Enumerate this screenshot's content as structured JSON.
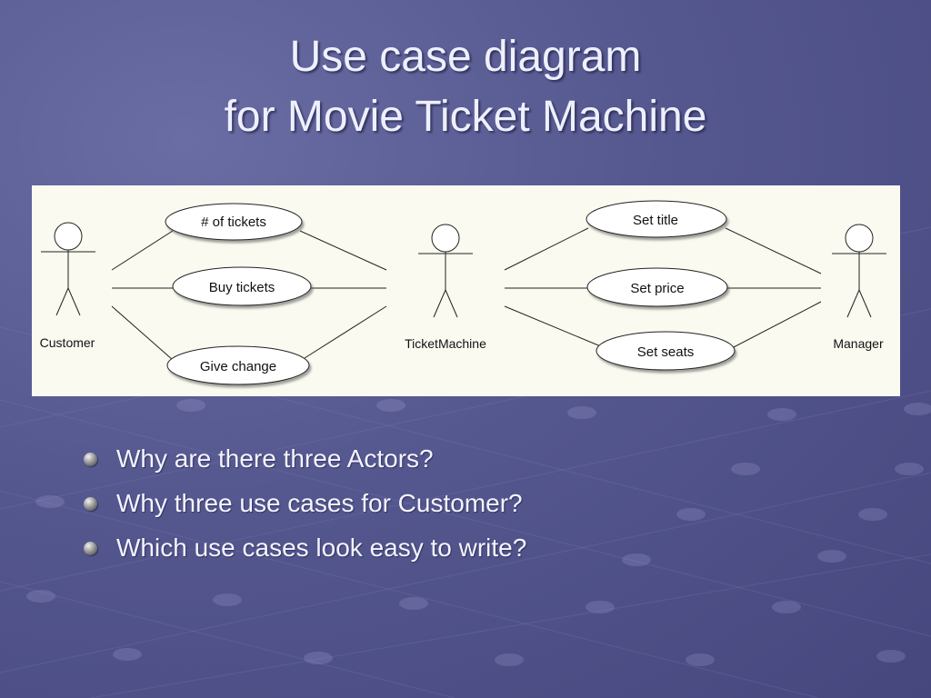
{
  "slide": {
    "title_line1": "Use case diagram",
    "title_line2": "for Movie Ticket Machine"
  },
  "diagram": {
    "actors": [
      {
        "id": "customer",
        "label": "Customer"
      },
      {
        "id": "ticket-machine",
        "label": "TicketMachine"
      },
      {
        "id": "manager",
        "label": "Manager"
      }
    ],
    "use_cases": [
      {
        "id": "num-tickets",
        "label": "# of tickets"
      },
      {
        "id": "buy-tickets",
        "label": "Buy tickets"
      },
      {
        "id": "give-change",
        "label": "Give change"
      },
      {
        "id": "set-title",
        "label": "Set title"
      },
      {
        "id": "set-price",
        "label": "Set price"
      },
      {
        "id": "set-seats",
        "label": "Set seats"
      }
    ]
  },
  "bullets": [
    "Why are there three Actors?",
    "Why three use cases for Customer?",
    "Which use cases look easy to write?"
  ],
  "colors": {
    "background": "#55578f",
    "diagram_background": "#fafaf0",
    "title_text": "#eef0ff",
    "bullet_text": "#f4f4ff"
  },
  "icons": {
    "bullet": "sphere-bullet-icon",
    "actor": "stick-figure-actor-icon"
  }
}
